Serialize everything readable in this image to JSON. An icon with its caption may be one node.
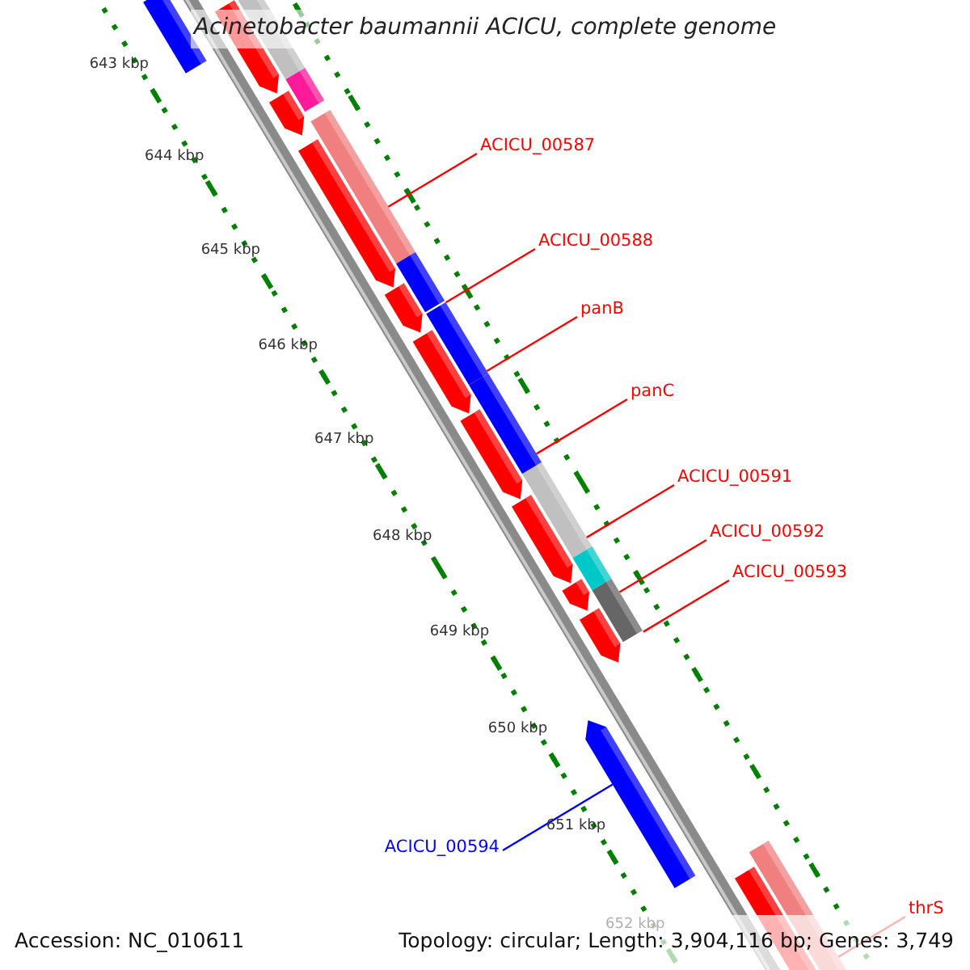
{
  "diagram": {
    "title": "Acinetobacter baumannii ACICU, complete genome",
    "nodes": [
      {
        "text": [
          "ACICU_00587"
        ]
      },
      {
        "text": [
          "ACICU_00588"
        ]
      },
      {
        "text": [
          "panB"
        ]
      },
      {
        "text": [
          "panC"
        ]
      },
      {
        "text": [
          "ACICU_00591"
        ]
      },
      {
        "text": [
          "ACICU_00592"
        ]
      },
      {
        "text": [
          "ACICU_00593"
        ]
      },
      {
        "text": [
          "ACICU_00594"
        ]
      },
      {
        "text": [
          "thrS"
        ]
      },
      {
        "text": [],
        "shape": "bar"
      },
      {
        "text": [],
        "shape": "bar"
      },
      {
        "text": [],
        "shape": "pentagon"
      },
      {
        "text": [],
        "shape": "bar"
      },
      {
        "text": [],
        "shape": "pentagon"
      },
      {
        "text": [],
        "shape": "bar"
      },
      {
        "text": [],
        "shape": "pentagon"
      },
      {
        "text": [],
        "shape": "bar"
      },
      {
        "text": [],
        "shape": "pentagon"
      },
      {
        "text": [],
        "shape": "bar"
      },
      {
        "text": [],
        "shape": "pentagon"
      },
      {
        "text": [],
        "shape": "bar"
      },
      {
        "text": [],
        "shape": "pentagon"
      },
      {
        "text": [],
        "shape": "bar"
      },
      {
        "text": [],
        "shape": "pentagon"
      },
      {
        "text": [],
        "shape": "bar"
      },
      {
        "text": [],
        "shape": "pentagon"
      },
      {
        "text": [],
        "shape": "bar"
      },
      {
        "text": [],
        "shape": "pentagon"
      },
      {
        "text": [],
        "shape": "pentagon"
      },
      {
        "text": [],
        "shape": "bar"
      },
      {
        "text": [],
        "shape": "bar"
      }
    ],
    "edges": [
      {
        "from": 0,
        "to": 14,
        "arrow": "none"
      },
      {
        "from": 1,
        "to": 16,
        "arrow": "none"
      },
      {
        "from": 2,
        "to": 18,
        "arrow": "none"
      },
      {
        "from": 3,
        "to": 20,
        "arrow": "none"
      },
      {
        "from": 4,
        "to": 22,
        "arrow": "none"
      },
      {
        "from": 5,
        "to": 24,
        "arrow": "none"
      },
      {
        "from": 6,
        "to": 26,
        "arrow": "none"
      },
      {
        "from": 7,
        "to": 28,
        "arrow": "none",
        "color": "#0000ff"
      },
      {
        "from": 8,
        "to": 29,
        "arrow": "none"
      }
    ],
    "labels": [
      "643 kbp",
      "644 kbp",
      "645 kbp",
      "646 kbp",
      "647 kbp",
      "648 kbp",
      "649 kbp",
      "650 kbp",
      "651 kbp",
      "652 kbp",
      "Accession: NC_010611",
      "Topology: circular; Length: 3,904,116 bp; Genes: 3,749"
    ]
  }
}
